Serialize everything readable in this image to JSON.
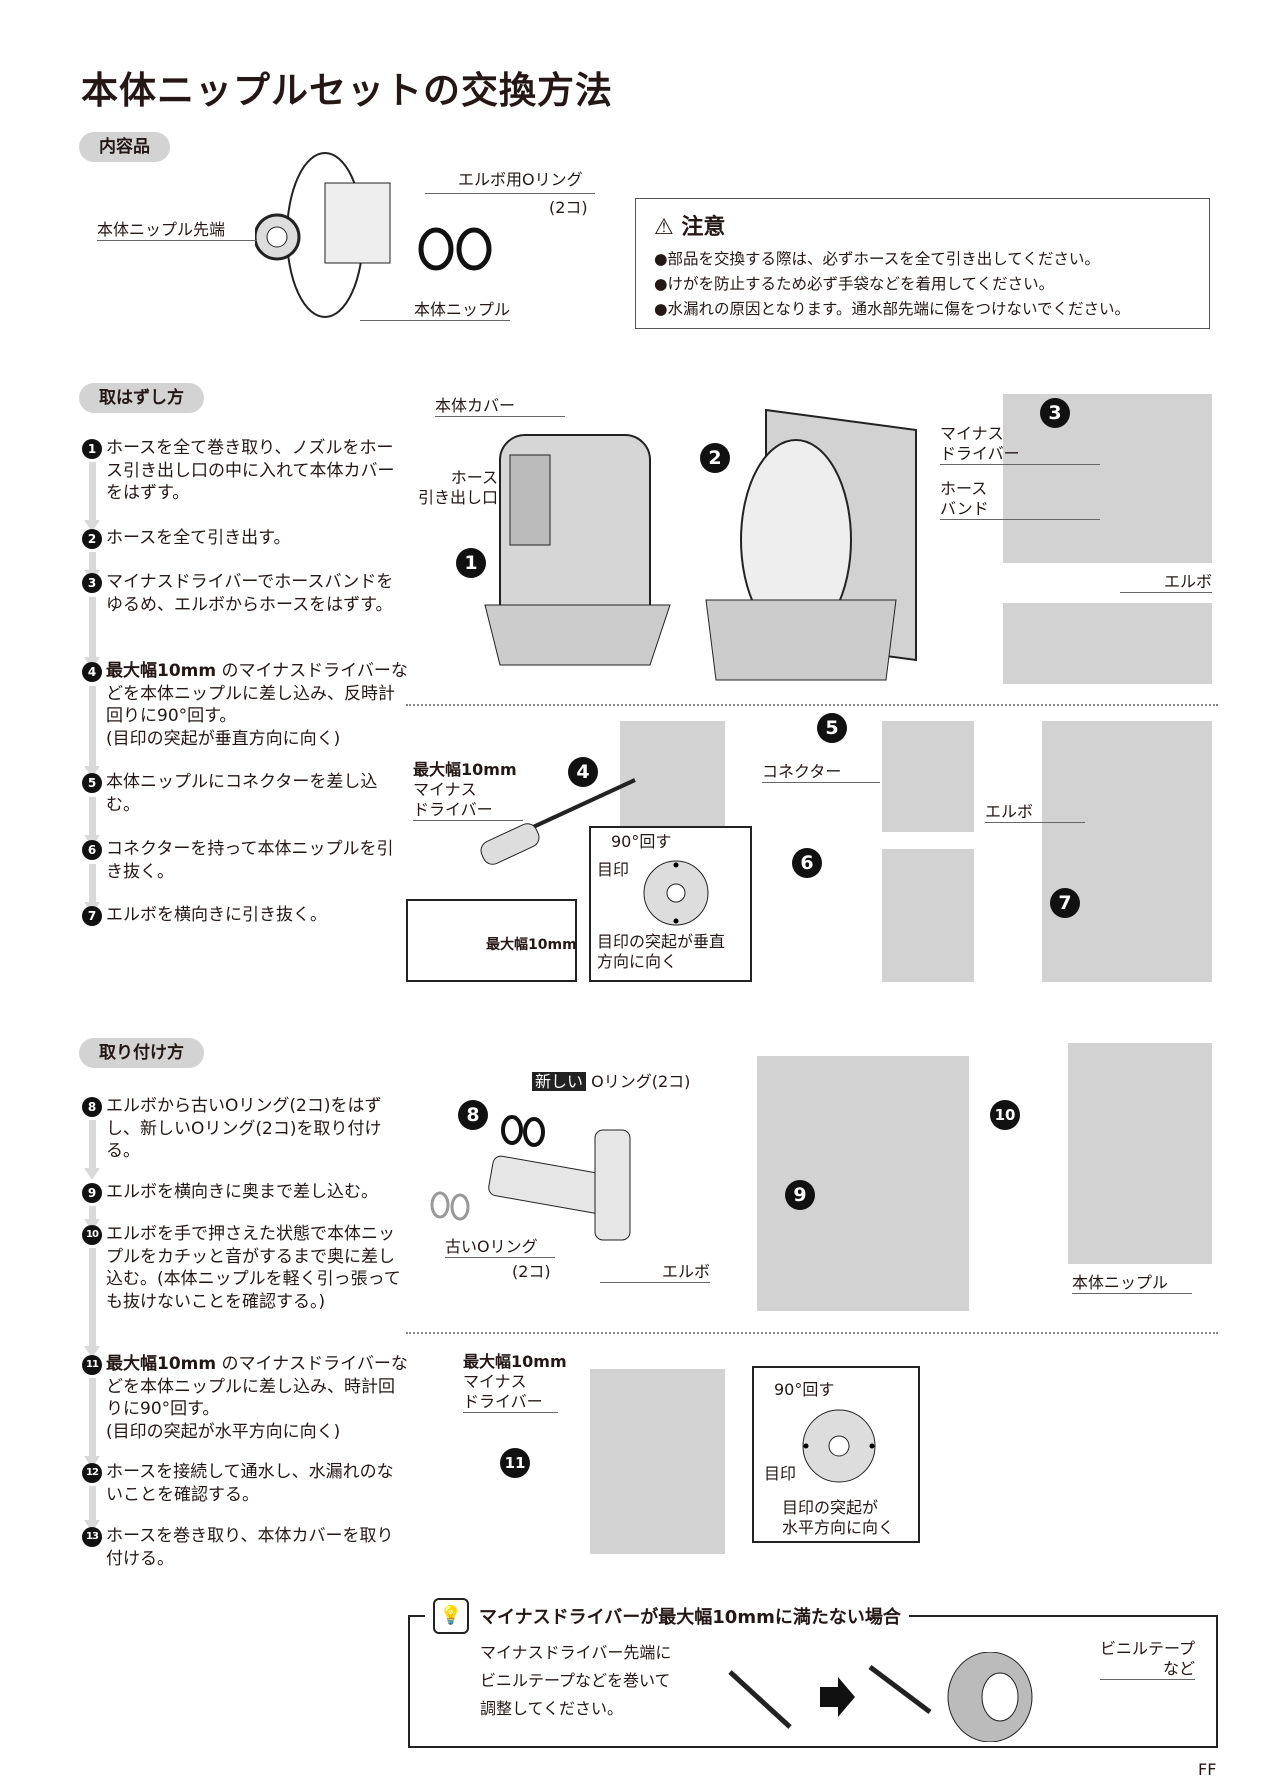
{
  "title": "本体ニップルセットの交換方法",
  "contents": {
    "heading": "内容品",
    "nipple_tip": "本体ニップル先端",
    "oring": "エルボ用Oリング",
    "oring_qty": "(2コ)",
    "nipple": "本体ニップル"
  },
  "caution": {
    "title": "注意",
    "items": [
      "●部品を交換する際は、必ずホースを全て引き出してください。",
      "●けがを防止するため必ず手袋などを着用してください。",
      "●水漏れの原因となります。通水部先端に傷をつけないでください。"
    ]
  },
  "removal": {
    "heading": "取はずし方",
    "steps": [
      {
        "n": "1",
        "text": "ホースを全て巻き取り、ノズルをホース引き出し口の中に入れて本体カバーをはずす。"
      },
      {
        "n": "2",
        "text": "ホースを全て引き出す。"
      },
      {
        "n": "3",
        "text": "マイナスドライバーでホースバンドをゆるめ、エルボからホースをはずす。"
      },
      {
        "n": "4",
        "bold": "最大幅10mm",
        "text": "のマイナスドライバーなどを本体ニップルに差し込み、反時計回りに90°回す。",
        "note": "(目印の突起が垂直方向に向く)"
      },
      {
        "n": "5",
        "text": "本体ニップルにコネクターを差し込む。"
      },
      {
        "n": "6",
        "text": "コネクターを持って本体ニップルを引き抜く。"
      },
      {
        "n": "7",
        "text": "エルボを横向きに引き抜く。"
      }
    ]
  },
  "removal_fig": {
    "cover": "本体カバー",
    "hose_outlet_1": "ホース",
    "hose_outlet_2": "引き出し口",
    "driver_1": "マイナス",
    "driver_2": "ドライバー",
    "band_1": "ホース",
    "band_2": "バンド",
    "elbow": "エルボ",
    "max_width": "最大幅10mm",
    "rotate": "90°回す",
    "mark": "目印",
    "mark_note_1": "目印の突起が垂直",
    "mark_note_2": "方向に向く",
    "connector": "コネクター",
    "elbow2": "エルボ"
  },
  "install": {
    "heading": "取り付け方",
    "steps": [
      {
        "n": "8",
        "text": "エルボから古いOリング(2コ)をはずし、新しいOリング(2コ)を取り付ける。"
      },
      {
        "n": "9",
        "text": "エルボを横向きに奥まで差し込む。"
      },
      {
        "n": "10",
        "text": "エルボを手で押さえた状態で本体ニップルをカチッと音がするまで奥に差し込む。(本体ニップルを軽く引っ張っても抜けないことを確認する。)"
      },
      {
        "n": "11",
        "bold": "最大幅10mm",
        "text": "のマイナスドライバーなどを本体ニップルに差し込み、時計回りに90°回す。",
        "note": "(目印の突起が水平方向に向く)"
      },
      {
        "n": "12",
        "text": "ホースを接続して通水し、水漏れのないことを確認する。"
      },
      {
        "n": "13",
        "text": "ホースを巻き取り、本体カバーを取り付ける。"
      }
    ]
  },
  "install_fig": {
    "new_tag": "新しい",
    "new_oring": "Oリング(2コ)",
    "old_oring": "古いOリング",
    "old_qty": "(2コ)",
    "elbow": "エルボ",
    "nipple": "本体ニップル",
    "max_width": "最大幅10mm",
    "driver_1": "マイナス",
    "driver_2": "ドライバー",
    "rotate": "90°回す",
    "mark": "目印",
    "mark_note_1": "目印の突起が",
    "mark_note_2": "水平方向に向く"
  },
  "tip": {
    "title": "マイナスドライバーが最大幅10mmに満たない場合",
    "lines": [
      "マイナスドライバー先端に",
      "ビニルテープなどを巻いて",
      "調整してください。"
    ],
    "tape_1": "ビニルテープ",
    "tape_2": "など"
  },
  "page_code": "FF"
}
